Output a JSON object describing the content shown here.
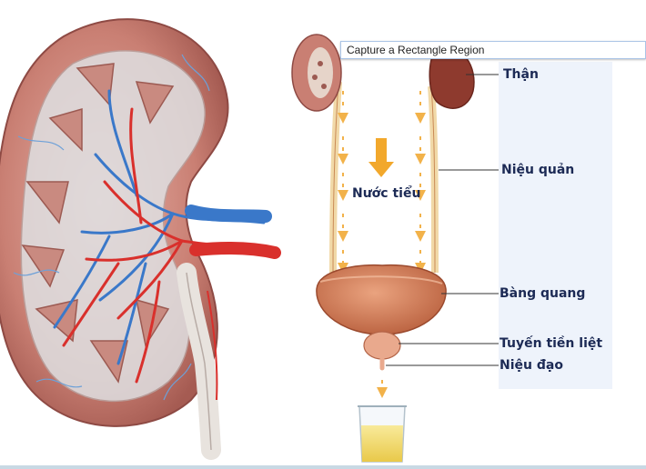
{
  "tooltip": {
    "text": "Capture a Rectangle Region"
  },
  "diagram": {
    "center_label": "Nước tiểu",
    "labels": {
      "kidney": "Thận",
      "ureter": "Niệu quản",
      "bladder": "Bàng quang",
      "prostate": "Tuyến tiền liệt",
      "urethra": "Niệu đạo"
    },
    "colors": {
      "label_text": "#1c2a55",
      "panel_bg": "#eef3fb",
      "kidney_tissue": "#c97f73",
      "artery": "#d9302c",
      "vein": "#3a78c9",
      "bladder": "#d58a66",
      "urine_arrow": "#f2b24a",
      "urine_glass": "#f4dc6e"
    }
  }
}
